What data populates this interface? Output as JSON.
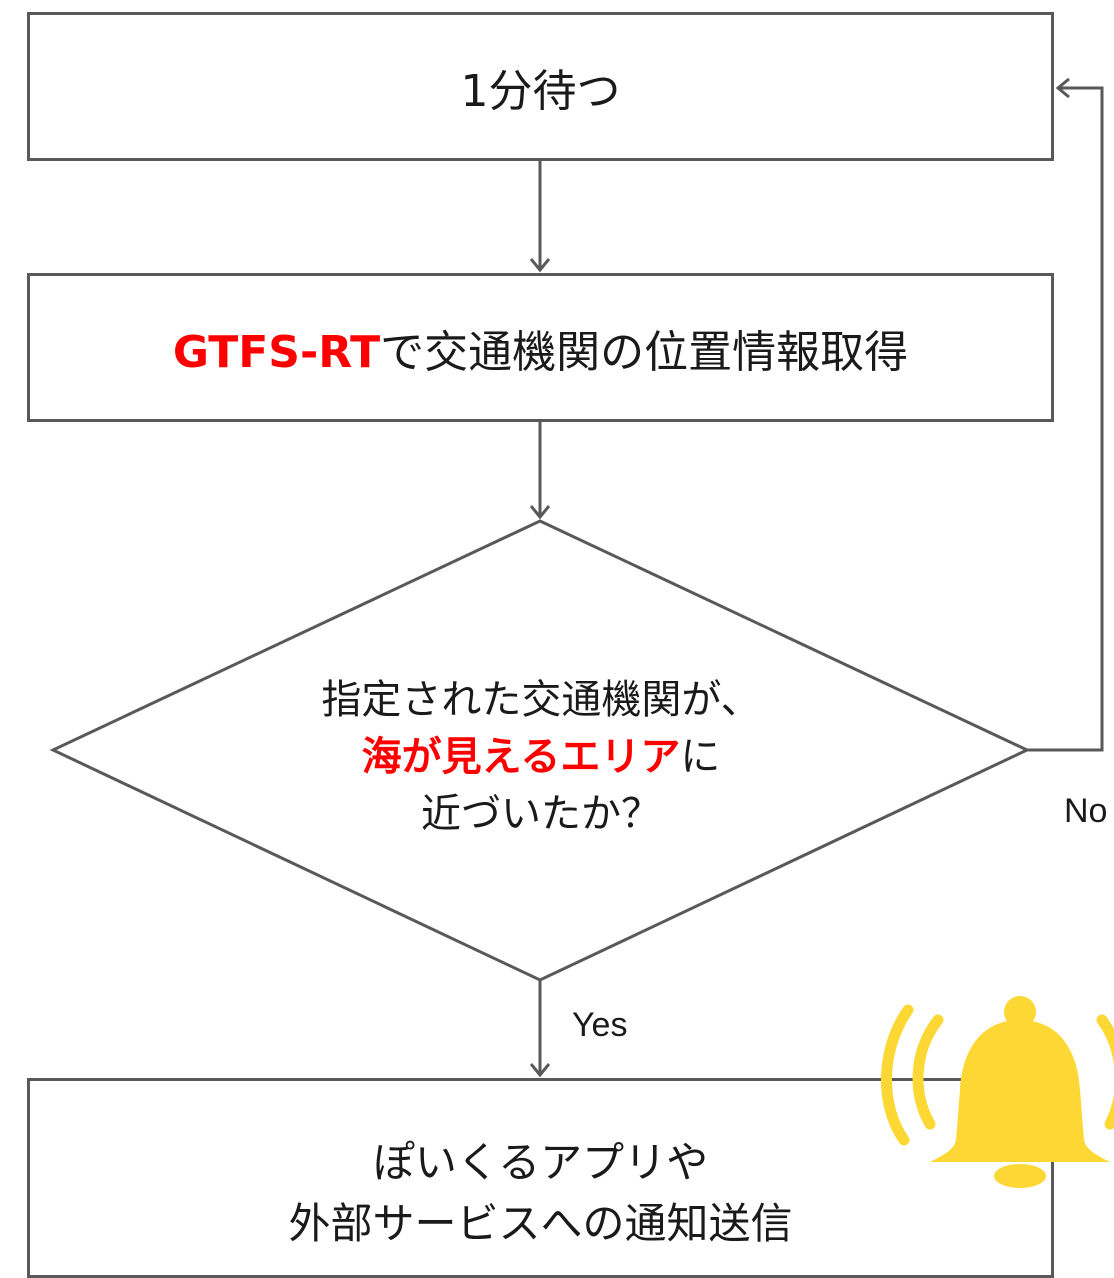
{
  "nodes": {
    "wait": {
      "text": "1分待つ"
    },
    "fetch": {
      "highlight": "GTFS-RT",
      "rest": "で交通機関の位置情報取得"
    },
    "decision": {
      "line1": "指定された交通機関が、",
      "line2_highlight": "海が見えるエリア",
      "line2_rest": "に",
      "line3": "近づいたか？"
    },
    "notify": {
      "line1": "ぽいくるアプリや",
      "line2": "外部サービスへの通知送信"
    }
  },
  "edges": {
    "yes_label": "Yes",
    "no_label": "No"
  },
  "colors": {
    "accent": "#ff0000",
    "stroke": "#595959",
    "bell": "#fdd835"
  },
  "icons": {
    "bell": "bell-ringing-icon"
  }
}
